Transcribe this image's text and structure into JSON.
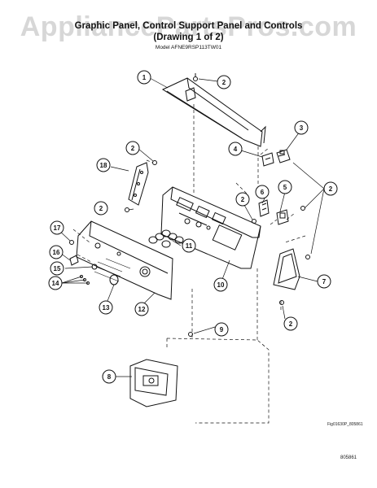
{
  "watermark": "AppliancePartsPros.com",
  "title_line1": "Graphic Panel, Control Support Panel and Controls",
  "title_line2": "(Drawing 1 of 2)",
  "model": "Model AFNE9RSP113TW01",
  "figure_ref": "Fig01630P_805861",
  "page_code": "805861",
  "callouts": [
    {
      "id": "c1",
      "label": "1"
    },
    {
      "id": "c2a",
      "label": "2"
    },
    {
      "id": "c3",
      "label": "3"
    },
    {
      "id": "c4",
      "label": "4"
    },
    {
      "id": "c2b",
      "label": "2"
    },
    {
      "id": "c18",
      "label": "18"
    },
    {
      "id": "c2c",
      "label": "2"
    },
    {
      "id": "c2d",
      "label": "2"
    },
    {
      "id": "c6",
      "label": "6"
    },
    {
      "id": "c5",
      "label": "5"
    },
    {
      "id": "c2e",
      "label": "2"
    },
    {
      "id": "c17",
      "label": "17"
    },
    {
      "id": "c11",
      "label": "11"
    },
    {
      "id": "c16",
      "label": "16"
    },
    {
      "id": "c15",
      "label": "15"
    },
    {
      "id": "c14",
      "label": "14"
    },
    {
      "id": "c7",
      "label": "7"
    },
    {
      "id": "c10",
      "label": "10"
    },
    {
      "id": "c13",
      "label": "13"
    },
    {
      "id": "c12",
      "label": "12"
    },
    {
      "id": "c2f",
      "label": "2"
    },
    {
      "id": "c9",
      "label": "9"
    },
    {
      "id": "c8",
      "label": "8"
    }
  ]
}
